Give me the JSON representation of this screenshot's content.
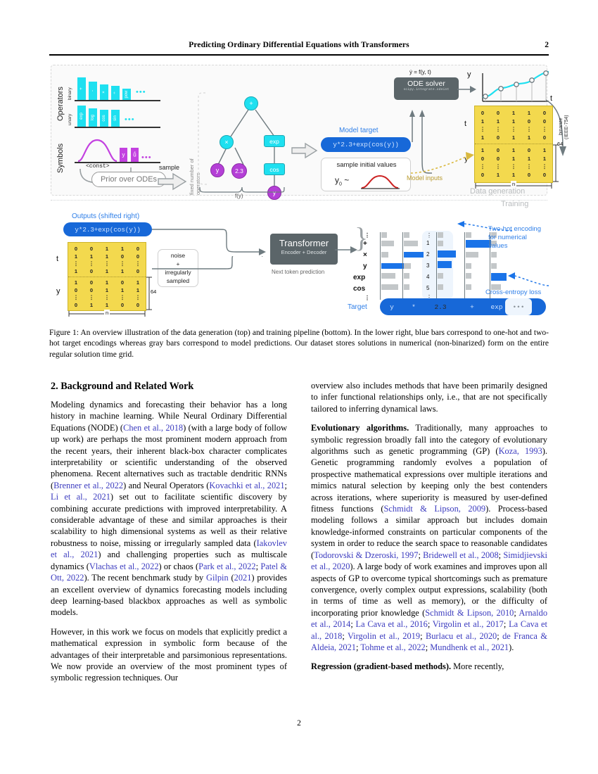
{
  "header": {
    "title": "Predicting Ordinary Differential Equations with Transformers",
    "page": "2"
  },
  "figure": {
    "operators_label": "Operators",
    "symbols_label": "Symbols",
    "binary_label": "binary",
    "unary_label": "unary",
    "binary_ops": [
      "+",
      "-",
      "×",
      "÷",
      "pow"
    ],
    "unary_ops": [
      "exp",
      "log",
      "cos",
      "sin"
    ],
    "symbol_tokens": [
      "y",
      "ỹ"
    ],
    "const_label": "<const>",
    "ellipsis": "•••",
    "prior_label": "Prior over ODEs",
    "sample_label": "sample",
    "fixed_ops_label": "fixed number of operators",
    "tree": {
      "root": "+",
      "left": "×",
      "right": "exp",
      "left_children": [
        "y",
        "2.3"
      ],
      "right_child": "cos",
      "leaf": "y",
      "caption": "f(y)"
    },
    "model_target_label": "Model target",
    "model_target_expr": "y*2.3+exp(cos(y))",
    "sample_init_label": "sample initial values",
    "y0_label": "y",
    "y0_sub": "0",
    "y0_tilde": "~",
    "ode_eq": "ẏ = f(y, t)",
    "solver_title": "ODE solver",
    "solver_sub": "scipy.integrate.odeint",
    "plot_y_axis": "y",
    "plot_t_axis": "t",
    "binarize_label": "binarize",
    "binarize_std": "(IEEE-754)",
    "matrix_rows_t": [
      [
        "0",
        "0",
        "1",
        "1",
        "0"
      ],
      [
        "1",
        "1",
        "1",
        "0",
        "0"
      ],
      [
        "⋮",
        "⋮",
        "⋮",
        "⋮",
        "⋮"
      ],
      [
        "1",
        "0",
        "1",
        "1",
        "0"
      ]
    ],
    "matrix_rows_y": [
      [
        "1",
        "0",
        "1",
        "0",
        "1"
      ],
      [
        "0",
        "0",
        "1",
        "1",
        "1"
      ],
      [
        "⋮",
        "⋮",
        "⋮",
        "⋮",
        "⋮"
      ],
      [
        "0",
        "1",
        "1",
        "0",
        "0"
      ]
    ],
    "matrix_label_t": "t",
    "matrix_label_y": "y",
    "dim_rows": "64",
    "dim_cols": "n",
    "model_inputs_label": "Model inputs",
    "stage_top": "Data generation",
    "stage_bottom": "Training",
    "outputs_label": "Outputs (shifted right)",
    "outputs_expr": "y*2.3+exp(cos(y))",
    "noise_label": [
      "noise",
      "+",
      "irregularly",
      "sampled"
    ],
    "transformer_title": "Transformer",
    "transformer_sub": "Encoder + Decoder",
    "next_token_label": "Next token prediction",
    "vocab_labels": [
      "⋮",
      "+",
      "×",
      "y",
      "exp",
      "cos",
      "⋮"
    ],
    "numeric_labels": [
      "⋮",
      "1",
      "2",
      "3",
      "4",
      "5",
      "⋮"
    ],
    "two_hot_label": [
      "Two-hot encoding",
      "for numerical values"
    ],
    "cross_entropy_label": "Cross-entropy loss",
    "target_label": "Target",
    "target_tokens": [
      "y",
      "*",
      "2.3",
      "+",
      "exp",
      "•••"
    ],
    "colors": {
      "cyan": "#1ee0f0",
      "purple": "#b43fd6",
      "blue": "#1768d8",
      "yellow": "#f3d94e",
      "gray": "#5b6569",
      "bar_blue": "#1a73e8",
      "bar_gray": "#c3c7c9"
    }
  },
  "caption": {
    "text": "Figure 1: An overview illustration of the data generation (top) and training pipeline (bottom). In the lower right, blue bars correspond to one-hot and two-hot target encodings whereas gray bars correspond to model predictions. Our dataset stores solutions in numerical (non-binarized) form on the entire regular solution time grid."
  },
  "body": {
    "section_heading": "2. Background and Related Work",
    "left_para_1_a": "Modeling dynamics and forecasting their behavior has a long history in machine learning. While Neural Ordinary Differential Equations (NODE) (",
    "left_cite_1": "Chen et al., 2018",
    "left_para_1_b": ") (with a large body of follow up work) are perhaps the most prominent modern approach from the recent years, their inherent black-box character complicates interpretability or scientific understanding of the observed phenomena. Recent alternatives such as tractable dendritic RNNs (",
    "left_cite_2": "Brenner et al., 2022",
    "left_para_1_c": ") and Neural Operators (",
    "left_cite_3": "Kovachki et al., 2021",
    "left_sep_1": "; ",
    "left_cite_4": "Li et al., 2021",
    "left_para_1_d": ") set out to facilitate scientific discovery by combining accurate predictions with improved interpretability. A considerable advantage of these and similar approaches is their scalability to high dimensional systems as well as their relative robustness to noise, missing or irregularly sampled data (",
    "left_cite_5": "Iakovlev et al., 2021",
    "left_para_1_e": ") and challenging properties such as multiscale dynamics (",
    "left_cite_6": "Vlachas et al., 2022",
    "left_para_1_f": ") or chaos (",
    "left_cite_7": "Park et al., 2022",
    "left_sep_2": "; ",
    "left_cite_8": "Patel & Ott, 2022",
    "left_para_1_g": "). The recent benchmark study by ",
    "left_cite_9": "Gilpin",
    "left_para_1_h": " (",
    "left_cite_10": "2021",
    "left_para_1_i": ") provides an excellent overview of dynamics forecasting models including deep learning-based blackbox approaches as well as symbolic models.",
    "left_para_2": "However, in this work we focus on models that explicitly predict a mathematical expression in symbolic form because of the advantages of their interpretable and parsimonious representations. We now provide an overview of the most prominent types of symbolic regression techniques. Our",
    "right_para_1": "overview also includes methods that have been primarily designed to infer functional relationships only, i.e., that are not specifically tailored to inferring dynamical laws.",
    "right_head_1": "Evolutionary algorithms.",
    "right_para_2_a": " Traditionally, many approaches to symbolic regression broadly fall into the category of evolutionary algorithms such as genetic programming (GP) (",
    "right_cite_1": "Koza, 1993",
    "right_para_2_b": "). Genetic programming randomly evolves a population of prospective mathematical expressions over multiple iterations and mimics natural selection by keeping only the best contenders across iterations, where superiority is measured by user-defined fitness functions (",
    "right_cite_2": "Schmidt & Lipson, 2009",
    "right_para_2_c": "). Process-based modeling follows a similar approach but includes domain knowledge-informed constraints on particular components of the system in order to reduce the search space to reasonable candidates (",
    "right_cite_3": "Todorovski & Dzeroski, 1997",
    "right_sep_1": "; ",
    "right_cite_4": "Bridewell et al., 2008",
    "right_sep_2": "; ",
    "right_cite_5": "Simidjievski et al., 2020",
    "right_para_2_d": "). A large body of work examines and improves upon all aspects of GP to overcome typical shortcomings such as premature convergence, overly complex output expressions, scalability (both in terms of time as well as memory), or the difficulty of incorporating prior knowledge (",
    "right_cite_6": "Schmidt & Lipson, 2010",
    "right_sep_3": "; ",
    "right_cite_7": "Arnaldo et al., 2014",
    "right_sep_4": "; ",
    "right_cite_8": "La Cava et al., 2016",
    "right_sep_5": "; ",
    "right_cite_9": "Virgolin et al., 2017",
    "right_sep_6": "; ",
    "right_cite_10": "La Cava et al., 2018",
    "right_sep_7": "; ",
    "right_cite_11": "Virgolin et al., 2019",
    "right_sep_8": "; ",
    "right_cite_12": "Burlacu et al., 2020",
    "right_sep_9": "; ",
    "right_cite_13": "de Franca & Aldeia, 2021",
    "right_sep_10": "; ",
    "right_cite_14": "Tohme et al., 2022",
    "right_sep_11": "; ",
    "right_cite_15": "Mundhenk et al., 2021",
    "right_para_2_e": ").",
    "right_head_2": "Regression (gradient-based methods).",
    "right_para_3": " More recently,"
  },
  "footer": {
    "page_number": "2"
  }
}
